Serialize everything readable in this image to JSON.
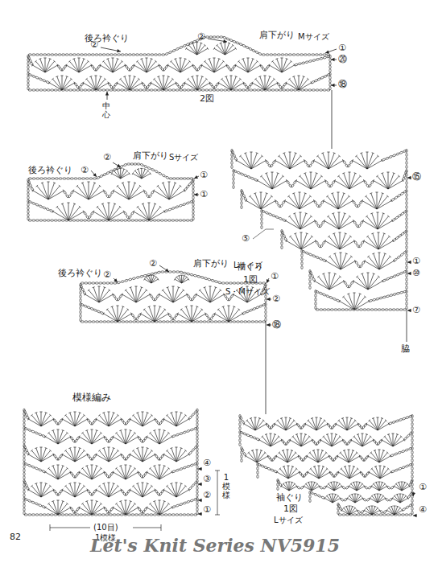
{
  "diagram": {
    "labels": [
      "後ろ衿ぐり",
      "②",
      "②",
      "肩下がり",
      "Mサイズ",
      "①",
      "⑳",
      "⑱",
      "中心",
      "2図",
      "後ろ衿ぐり",
      "②",
      "②",
      "肩下がり",
      "Sサイズ",
      "①",
      "①",
      "⑮",
      "⑤",
      "袖ぐり",
      "1図",
      "S・Mサイズ",
      "①",
      "⑩",
      "⑦",
      "脇",
      "後ろ衿ぐり",
      "②",
      "②",
      "肩下がり",
      "Lサイズ",
      "①",
      "②",
      "⑱",
      "模様編み",
      "④",
      "③",
      "②",
      "①",
      "1模様",
      "(10目)",
      "1模様",
      "袖ぐり",
      "1図",
      "Lサイズ",
      "①",
      "④",
      "82",
      "Let's Knit Series NV5915"
    ]
  }
}
